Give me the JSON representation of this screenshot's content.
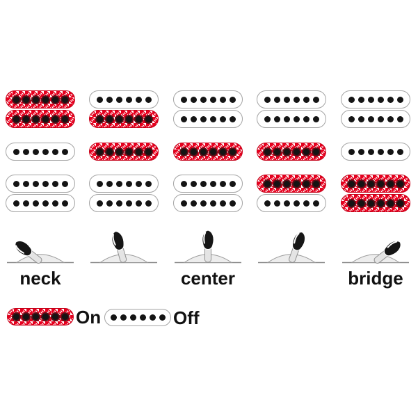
{
  "positions": [
    {
      "label": "neck",
      "switch_angle": -52,
      "coils": [
        "on",
        "on",
        "off",
        "off",
        "off"
      ]
    },
    {
      "label": "",
      "switch_angle": -16,
      "coils": [
        "off",
        "on",
        "on",
        "off",
        "off"
      ]
    },
    {
      "label": "center",
      "switch_angle": 0,
      "coils": [
        "off",
        "off",
        "on",
        "off",
        "off"
      ]
    },
    {
      "label": "",
      "switch_angle": 20,
      "coils": [
        "off",
        "off",
        "on",
        "on",
        "off"
      ]
    },
    {
      "label": "bridge",
      "switch_angle": 52,
      "coils": [
        "off",
        "off",
        "off",
        "on",
        "on"
      ]
    }
  ],
  "coil_rows": [
    "neck-humbucker-outer-coil",
    "neck-humbucker-inner-coil",
    "middle-single-coil",
    "bridge-humbucker-inner-coil",
    "bridge-humbucker-outer-coil"
  ],
  "poles_per_coil": 6,
  "legend": {
    "items": [
      {
        "state": "on",
        "label": "On"
      },
      {
        "state": "off",
        "label": "Off"
      }
    ]
  },
  "colors": {
    "active_red": "#e6001e",
    "coil_outline": "#a3a3a3",
    "pole_black": "#141414",
    "switch_base_gray": "#ededed",
    "baseline_gray": "#8a8a8a",
    "lever_shaft_gray": "#e4e4e4",
    "lever_tip_black": "#161616"
  }
}
